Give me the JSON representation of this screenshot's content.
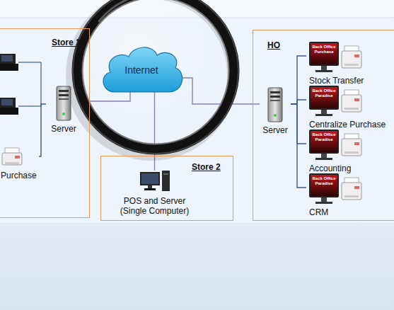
{
  "diagram": {
    "nodes": [
      {
        "text": [
          "Store 1"
        ]
      },
      {
        "text": [
          "Server"
        ],
        "in": 0
      },
      {
        "text": [
          "Purchase"
        ],
        "in": 0
      },
      {
        "text": [
          "Internet"
        ]
      },
      {
        "text": [
          "Store 2"
        ]
      },
      {
        "text": [
          "POS and Server (Single Computer)"
        ],
        "in": 4
      },
      {
        "text": [
          "HO"
        ]
      },
      {
        "text": [
          "Server"
        ],
        "in": 6
      },
      {
        "text": [
          "Back Office Purchase",
          "Stock Transfer"
        ],
        "in": 6
      },
      {
        "text": [
          "Back Office Paradise",
          "Centralize Purchase"
        ],
        "in": 6
      },
      {
        "text": [
          "Back Office Paradise",
          "Accounting"
        ],
        "in": 6
      },
      {
        "text": [
          "Back Office Paradise",
          "CRM"
        ],
        "in": 6
      }
    ],
    "edges": [
      {
        "from": 1,
        "to": 3,
        "arrow": "none"
      },
      {
        "from": 3,
        "to": 5,
        "arrow": "none"
      },
      {
        "from": 3,
        "to": 7,
        "arrow": "none"
      },
      {
        "from": 1,
        "to": 2,
        "arrow": "none"
      },
      {
        "from": 7,
        "to": 8,
        "arrow": "none"
      },
      {
        "from": 7,
        "to": 9,
        "arrow": "none"
      },
      {
        "from": 7,
        "to": 10,
        "arrow": "none"
      },
      {
        "from": 7,
        "to": 11,
        "arrow": "none"
      }
    ]
  }
}
